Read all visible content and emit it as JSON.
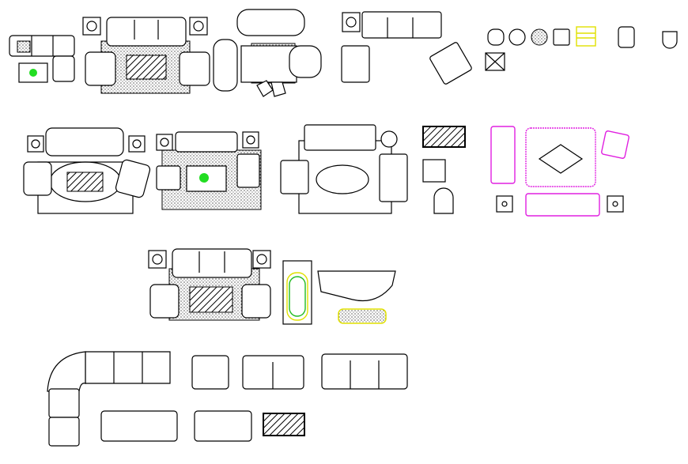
{
  "drawing": {
    "colors": {
      "line": "#000000",
      "green": "#22bb22",
      "magenta": "#e020e0",
      "yellow": "#e0e000"
    },
    "blocks": [
      "small-sofa-set",
      "living-room-set-1",
      "sofa-table-set",
      "corner-sofa-set",
      "chair-library",
      "round-rug-set",
      "square-rug-set",
      "oval-table-set",
      "table-library",
      "magenta-set",
      "living-room-set-2",
      "bathtub",
      "curved-desk",
      "sofa-library"
    ]
  }
}
